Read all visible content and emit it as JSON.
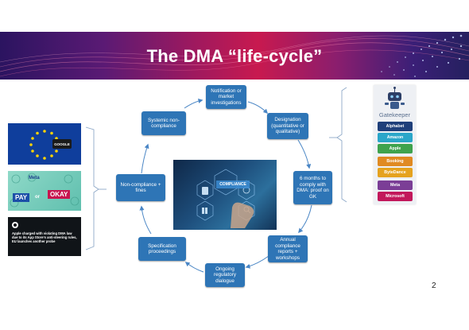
{
  "slide": {
    "title": "The DMA “life-cycle”",
    "page_number": "2"
  },
  "colors": {
    "node_blue": "#2e75b6",
    "arrow_blue": "#4a86c5"
  },
  "cycle": {
    "nodes": [
      {
        "label": "Notification or market investigations"
      },
      {
        "label": "Designation (quantitative or qualitative)"
      },
      {
        "label": "6 months to comply with DMA: proof on GK"
      },
      {
        "label": "Annual compliance reports + workshops"
      },
      {
        "label": "Ongoing regulatory dialogue"
      },
      {
        "label": "Specification proceedings"
      },
      {
        "label": "Non-compliance + fines"
      },
      {
        "label": "Systemic non-compliance"
      }
    ]
  },
  "center_image": {
    "badge": "COMPLIANCE"
  },
  "left_images": {
    "top_label": "GOOGLE",
    "middle": {
      "brand": "Meta",
      "left_word": "PAY",
      "mid_word": "or",
      "right_word": "OKAY"
    },
    "bottom_headline": "Apple charged with violating DMA law due to its App Store's anti-steering rules, EU launches another probe"
  },
  "gatekeeper": {
    "label": "Gatekeeper",
    "companies": [
      {
        "name": "Alphabet",
        "color": "#1f3f7a"
      },
      {
        "name": "Amazon",
        "color": "#2aa6c9"
      },
      {
        "name": "Apple",
        "color": "#3fa34d"
      },
      {
        "name": "Booking",
        "color": "#e08a22"
      },
      {
        "name": "ByteDance",
        "color": "#e5a21f"
      },
      {
        "name": "Meta",
        "color": "#7b3e96"
      },
      {
        "name": "Microsoft",
        "color": "#c2185b"
      }
    ]
  }
}
